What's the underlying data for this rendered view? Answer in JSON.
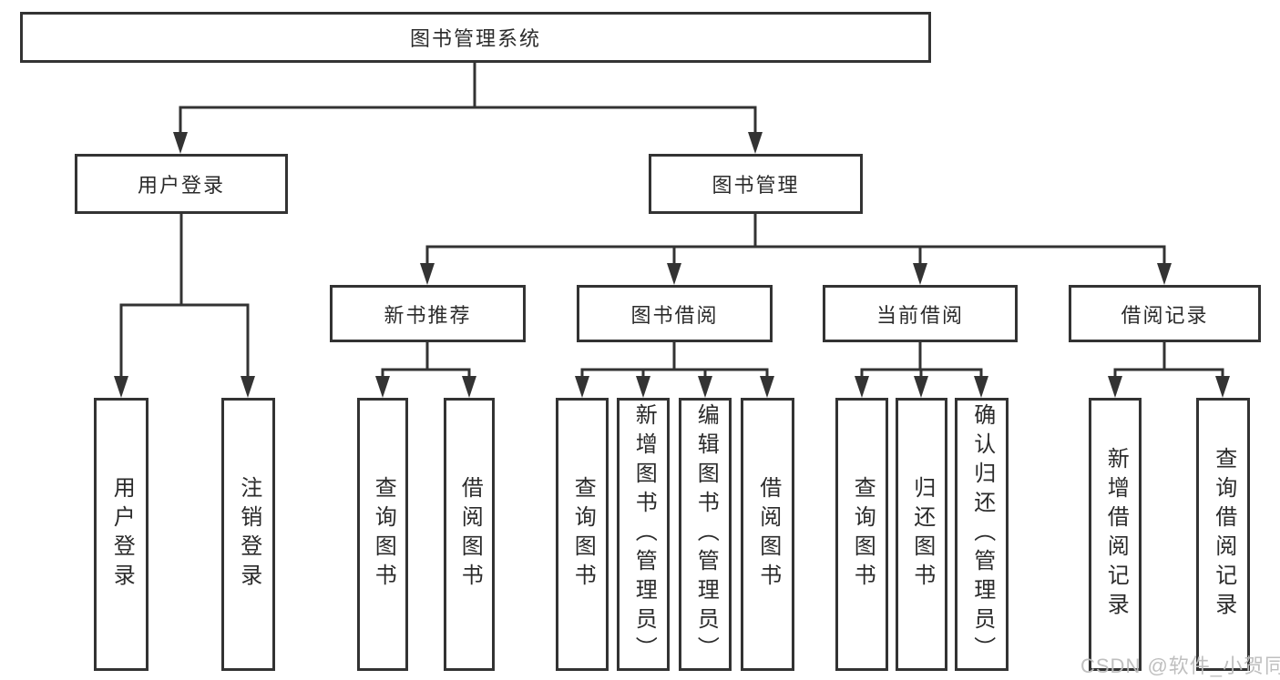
{
  "diagram": {
    "type": "hierarchy-tree",
    "watermark": "CSDN @软件_小贺同学",
    "colors": {
      "background": "#ffffff",
      "line": "#333333",
      "box_border": "#333333",
      "text": "#2b2b2b",
      "watermark_text": "#bcbcbc"
    }
  },
  "tree": {
    "label": "图书管理系统",
    "children": [
      {
        "label": "用户登录",
        "children": [
          {
            "label": "用户登录"
          },
          {
            "label": "注销登录"
          }
        ]
      },
      {
        "label": "图书管理",
        "children": [
          {
            "label": "新书推荐",
            "children": [
              {
                "label": "查询图书"
              },
              {
                "label": "借阅图书"
              }
            ]
          },
          {
            "label": "图书借阅",
            "children": [
              {
                "label": "查询图书"
              },
              {
                "label": "新增图书（管理员）"
              },
              {
                "label": "编辑图书（管理员）"
              },
              {
                "label": "借阅图书"
              }
            ]
          },
          {
            "label": "当前借阅",
            "children": [
              {
                "label": "查询图书"
              },
              {
                "label": "归还图书"
              },
              {
                "label": "确认归还（管理员）"
              }
            ]
          },
          {
            "label": "借阅记录",
            "children": [
              {
                "label": "新增借阅记录"
              },
              {
                "label": "查询借阅记录"
              }
            ]
          }
        ]
      }
    ]
  }
}
